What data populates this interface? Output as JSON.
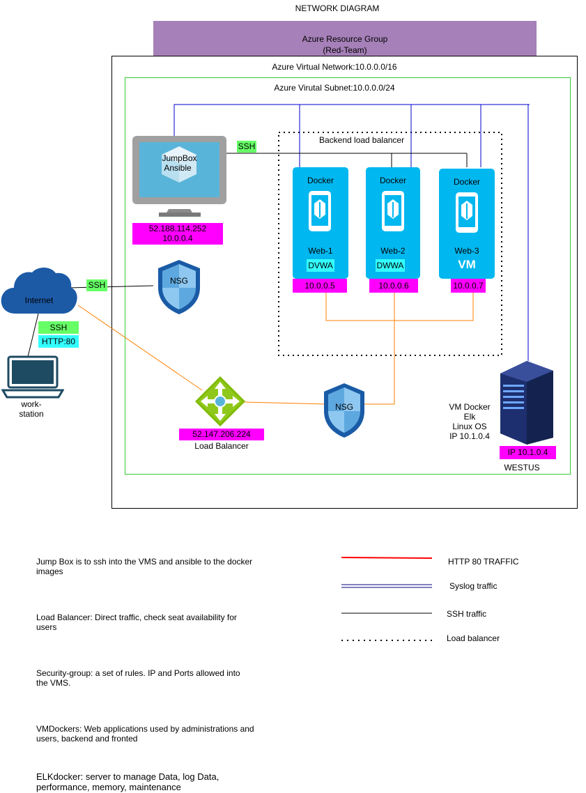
{
  "diagram": {
    "title": "NETWORK DIAGRAM",
    "resource_group": {
      "line1": "Azure Resource Group",
      "line2": "(Red-Team)"
    },
    "vnet_label": "Azure Virtual Network:10.0.0.0/16",
    "subnet_label": "Azure Virutal Subnet:10.0.0.0/24",
    "backend_label": "Backend load balancer",
    "jumpbox": {
      "line1": "JumpBox",
      "line2": "Ansible",
      "ip_public": "52.188.114.252",
      "ip_private": "10.0.0.4"
    },
    "ssh_labels": {
      "top": "SSH",
      "internet": "SSH",
      "workstation": "SSH"
    },
    "http_label": "HTTP:80",
    "nsg_top": "NSG",
    "nsg_bottom": "NSG",
    "internet": "Internet",
    "workstation": {
      "line1": "work-",
      "line2": "station"
    },
    "load_balancer": {
      "ip": "52.147.206.224",
      "label": "Load Balancer"
    },
    "webs": [
      {
        "docker": "Docker",
        "name": "Web-1",
        "app": "DVWA",
        "ip": "10.0.0.5"
      },
      {
        "docker": "Docker",
        "name": "Web-2",
        "app": "DWWA",
        "ip": "10.0.0.6"
      },
      {
        "docker": "Docker",
        "name": "Web-3",
        "app": "VM",
        "ip": "10.0.0.7"
      }
    ],
    "elk": {
      "line1": "VM Docker",
      "line2": "Elk",
      "line3": "Linux OS",
      "line4": "IP 10.1.0.4",
      "ip_badge": "IP 10.1.0.4",
      "region": "WESTUS"
    }
  },
  "legend": {
    "descriptions": [
      "Jump Box is to ssh into the VMS and ansible to the docker images",
      "Load Balancer: Direct traffic, check seat availability for users",
      "Security-group: a set of rules. IP and Ports allowed into the VMS.",
      "VMDockers: Web applications used by administrations and users, backend and fronted",
      "ELKdocker: server to manage Data, log Data, performance, memory, maintenance"
    ],
    "keys": [
      "HTTP 80 TRAFFIC",
      "Syslog traffic",
      "SSH traffic",
      "Load balancer"
    ]
  },
  "colors": {
    "resource_group": "#a680b8",
    "vnet_border": "#000000",
    "subnet_border": "#33cc33",
    "http_line": "#ff8000",
    "syslog_line": "#0000cc",
    "ssh_line": "#000000",
    "card": "#00b7ef",
    "badge_magenta": "#ff00ff",
    "badge_green": "#66ff66",
    "badge_cyan": "#33ffff"
  }
}
